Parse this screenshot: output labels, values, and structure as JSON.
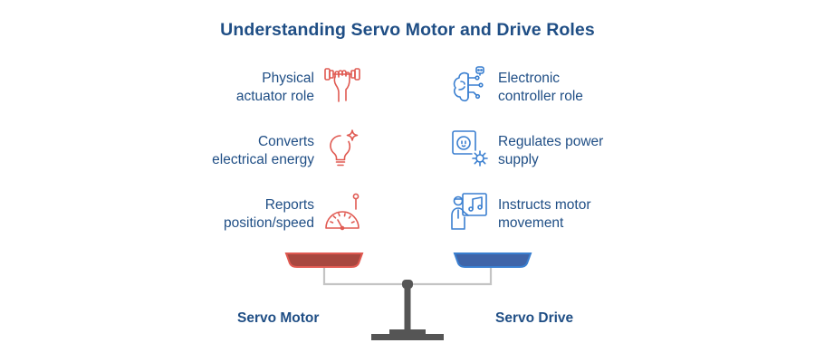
{
  "title": "Understanding Servo Motor and Drive Roles",
  "left": {
    "name": "Servo Motor",
    "color": "#e05a52",
    "pan_color": "#a8473f",
    "items": [
      {
        "lines": [
          "Physical",
          "actuator role"
        ],
        "icon": "hand-dumbbell-icon"
      },
      {
        "lines": [
          "Converts",
          "electrical energy"
        ],
        "icon": "lightbulb-sparkle-icon"
      },
      {
        "lines": [
          "Reports",
          "position/speed"
        ],
        "icon": "speedometer-gauge-icon"
      }
    ]
  },
  "right": {
    "name": "Servo Drive",
    "color": "#3a7fd0",
    "pan_color": "#3f64a8",
    "items": [
      {
        "lines": [
          "Electronic",
          "controller role"
        ],
        "icon": "brain-circuit-icon"
      },
      {
        "lines": [
          "Regulates power",
          "supply"
        ],
        "icon": "power-outlet-gear-icon"
      },
      {
        "lines": [
          "Instructs motor",
          "movement"
        ],
        "icon": "teacher-music-board-icon"
      }
    ]
  }
}
